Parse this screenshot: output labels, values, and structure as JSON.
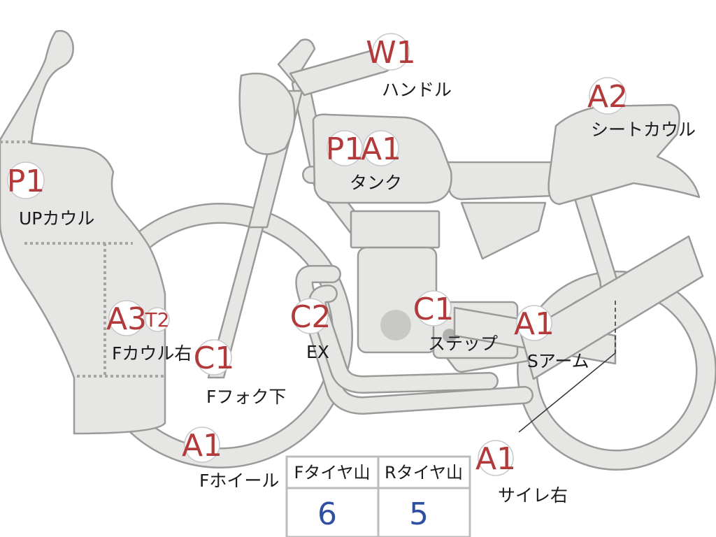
{
  "labels": {
    "handle": "ハンドル",
    "seat_cowl": "シートカウル",
    "tank": "タンク",
    "up_cowl": "UPカウル",
    "f_cowl_right": "Fカウル右",
    "f_fork_lower": "Fフォク下",
    "ex": "EX",
    "step": "ステップ",
    "s_arm": "Sアーム",
    "f_wheel": "Fホイール",
    "silencer_right": "サイレ右"
  },
  "codes": {
    "handle": "W1",
    "seat_cowl": "A2",
    "tank_1": "P1",
    "tank_2": "A1",
    "up_cowl": "P1",
    "f_cowl_right_1": "A3",
    "f_cowl_right_2": "T2",
    "f_fork_lower": "C1",
    "ex": "C2",
    "step": "C1",
    "s_arm": "A1",
    "f_wheel": "A1",
    "silencer_right": "A1"
  },
  "tire_table": {
    "front_header": "Fタイヤ山",
    "rear_header": "Rタイヤ山",
    "front_value": "6",
    "rear_value": "5"
  },
  "colors": {
    "part_fill": "#e6e6e4",
    "outline": "#9a9a98",
    "code_text": "#b23a3a",
    "table_value": "#2f4fa0"
  }
}
